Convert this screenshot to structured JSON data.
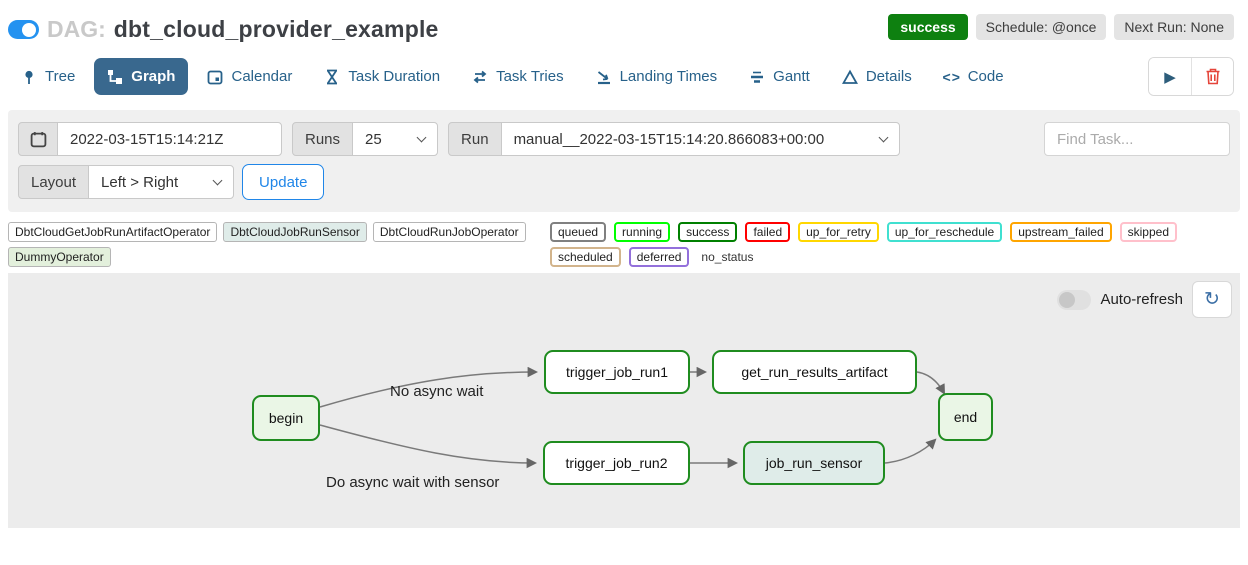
{
  "header": {
    "dag_prefix": "DAG:",
    "dag_title": "dbt_cloud_provider_example",
    "status_badge": "success",
    "schedule_badge": "Schedule: @once",
    "next_run_badge": "Next Run: None"
  },
  "tabs": [
    {
      "label": "Tree"
    },
    {
      "label": "Graph",
      "active": true
    },
    {
      "label": "Calendar"
    },
    {
      "label": "Task Duration"
    },
    {
      "label": "Task Tries"
    },
    {
      "label": "Landing Times"
    },
    {
      "label": "Gantt"
    },
    {
      "label": "Details"
    },
    {
      "label": "Code"
    }
  ],
  "filters": {
    "base_date": "2022-03-15T15:14:21Z",
    "runs_label": "Runs",
    "runs_value": "25",
    "run_label": "Run",
    "run_value": "manual__2022-03-15T15:14:20.866083+00:00",
    "find_task_placeholder": "Find Task...",
    "layout_label": "Layout",
    "layout_value": "Left > Right",
    "update_label": "Update"
  },
  "legend": {
    "operators": [
      {
        "label": "DbtCloudGetJobRunArtifactOperator",
        "bg": "#ffffff"
      },
      {
        "label": "DbtCloudJobRunSensor",
        "bg": "#dfece9"
      },
      {
        "label": "DbtCloudRunJobOperator",
        "bg": "#ffffff"
      },
      {
        "label": "DummyOperator",
        "bg": "#e3f0dc"
      }
    ],
    "statuses": [
      {
        "label": "queued",
        "color": "#808080"
      },
      {
        "label": "running",
        "color": "#00ff00"
      },
      {
        "label": "success",
        "color": "#008000"
      },
      {
        "label": "failed",
        "color": "#ff0000"
      },
      {
        "label": "up_for_retry",
        "color": "#ffd700"
      },
      {
        "label": "up_for_reschedule",
        "color": "#40e0d0"
      },
      {
        "label": "upstream_failed",
        "color": "#ffa500"
      },
      {
        "label": "skipped",
        "color": "#ffc0cb"
      },
      {
        "label": "scheduled",
        "color": "#d2b48c"
      },
      {
        "label": "deferred",
        "color": "#9370db"
      }
    ],
    "no_status_label": "no_status"
  },
  "graph": {
    "auto_refresh_label": "Auto-refresh",
    "node_border_color": "#1f8c1f",
    "nodes": [
      {
        "label": "begin",
        "fill": "#eaf6e6"
      },
      {
        "label": "trigger_job_run1",
        "fill": "#ffffff"
      },
      {
        "label": "get_run_results_artifact",
        "fill": "#ffffff"
      },
      {
        "label": "trigger_job_run2",
        "fill": "#ffffff"
      },
      {
        "label": "job_run_sensor",
        "fill": "#dfece9"
      },
      {
        "label": "end",
        "fill": "#eaf6e6"
      }
    ],
    "edge_labels": [
      {
        "text": "No async wait"
      },
      {
        "text": "Do async wait with sensor"
      }
    ]
  }
}
